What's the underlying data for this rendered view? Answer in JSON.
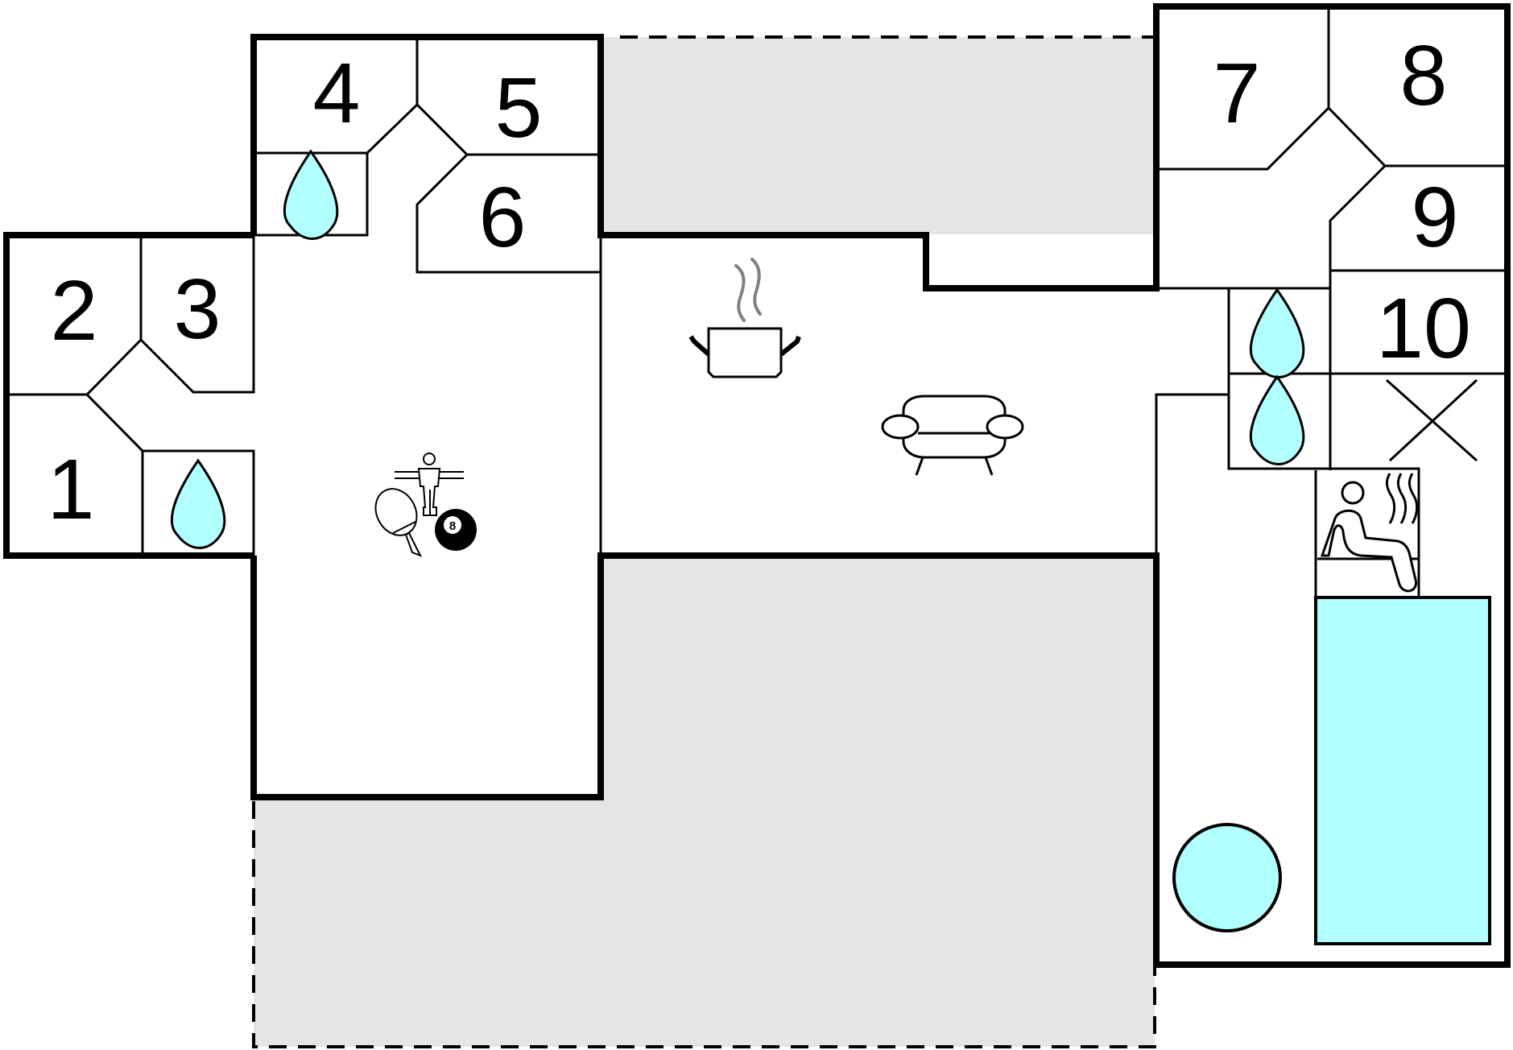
{
  "colors": {
    "outdoor": "#e5e5e5",
    "water": "#b1ffff",
    "wall": "#000000",
    "steam": "#808080"
  },
  "rooms": [
    {
      "id": "room-1",
      "label": "1"
    },
    {
      "id": "room-2",
      "label": "2"
    },
    {
      "id": "room-3",
      "label": "3"
    },
    {
      "id": "room-4",
      "label": "4"
    },
    {
      "id": "room-5",
      "label": "5"
    },
    {
      "id": "room-6",
      "label": "6"
    },
    {
      "id": "room-7",
      "label": "7"
    },
    {
      "id": "room-8",
      "label": "8"
    },
    {
      "id": "room-9",
      "label": "9"
    },
    {
      "id": "room-10",
      "label": "10"
    }
  ],
  "icons": [
    "water-drop-icon",
    "kitchen-pot-icon",
    "sofa-icon",
    "table-football-icon",
    "table-tennis-icon",
    "billiard-ball-icon",
    "sauna-icon",
    "whirlpool-icon",
    "swimming-pool-icon",
    "cross-icon"
  ],
  "billiard_ball": {
    "number": "8"
  }
}
